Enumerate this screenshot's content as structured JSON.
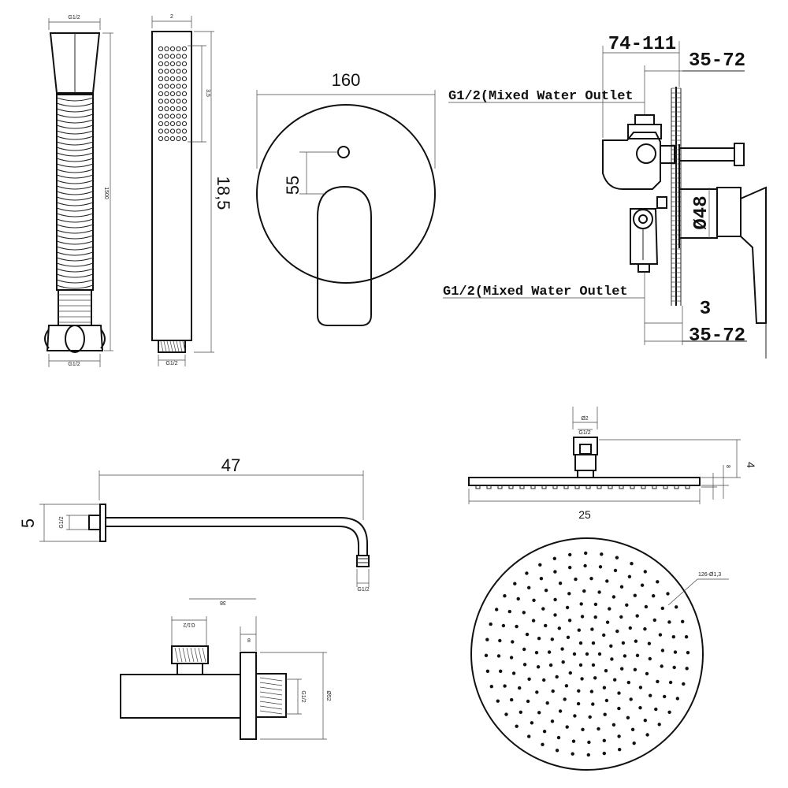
{
  "hose": {
    "top_thread": "G1/2",
    "length": "1500",
    "bottom_thread": "G1/2"
  },
  "hand_shower": {
    "width": "2",
    "spray_height": "3,5",
    "length": "18,5",
    "thread": "G1/2"
  },
  "valve_plate": {
    "diameter": "160",
    "handle_offset": "55"
  },
  "valve_side": {
    "depth_range": "74-111",
    "top_range": "35-72",
    "top_outlet": "G1/2(Mixed Water Outlet",
    "bottom_outlet": "G1/2(Mixed Water Outlet",
    "escutcheon_diameter": "Ø48",
    "plate_thickness": "3",
    "bottom_range": "35-72"
  },
  "shower_arm": {
    "length": "47",
    "height": "5",
    "wall_thread": "G1/2",
    "end_thread": "G1/2"
  },
  "elbow": {
    "offset": "38",
    "thread": "G1/2",
    "flange_thickness": "8",
    "inner_thread": "G1/2",
    "flange_diameter": "Ø52"
  },
  "head_side": {
    "top_diameter": "Ø2",
    "thread": "G1/2",
    "height": "4",
    "plate": "8",
    "width": "25"
  },
  "head_top": {
    "nozzles": "126-Ø1,3"
  }
}
